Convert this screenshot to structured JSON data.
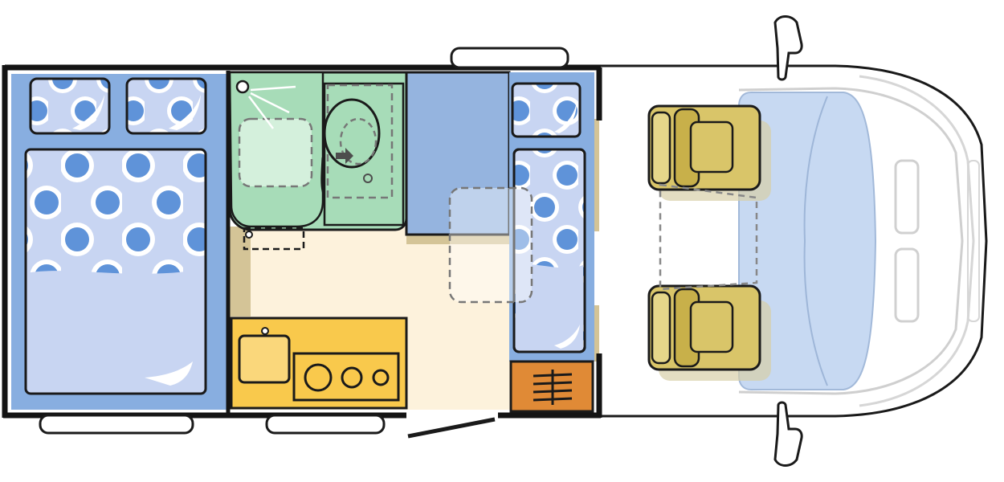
{
  "diagram": {
    "kind": "campervan-floor-plan",
    "orientation": "cab-right",
    "zones": [
      "rear-double-bed",
      "bathroom-shower",
      "bathroom-toilet",
      "wardrobe",
      "side-bench-seat",
      "kitchen-sink",
      "kitchen-hob",
      "corridor-floor",
      "cupboard",
      "driver-seat",
      "passenger-seat",
      "dashboard",
      "entrance-door"
    ],
    "colors": {
      "bed": "#88aee0",
      "mattress": "#c8d5f2",
      "polka_dot": "#5f93d9",
      "bathroom": "#a7dcb8",
      "wardrobe": "#95b4df",
      "kitchen": "#f9c94c",
      "floor": "#fdf2dc",
      "cupboard": "#e08a36",
      "seat": "#c8b04a",
      "dashboard": "#c5d8f2",
      "wall": "#141414"
    },
    "hob_burner_count": 3,
    "pillow_count": 3
  }
}
